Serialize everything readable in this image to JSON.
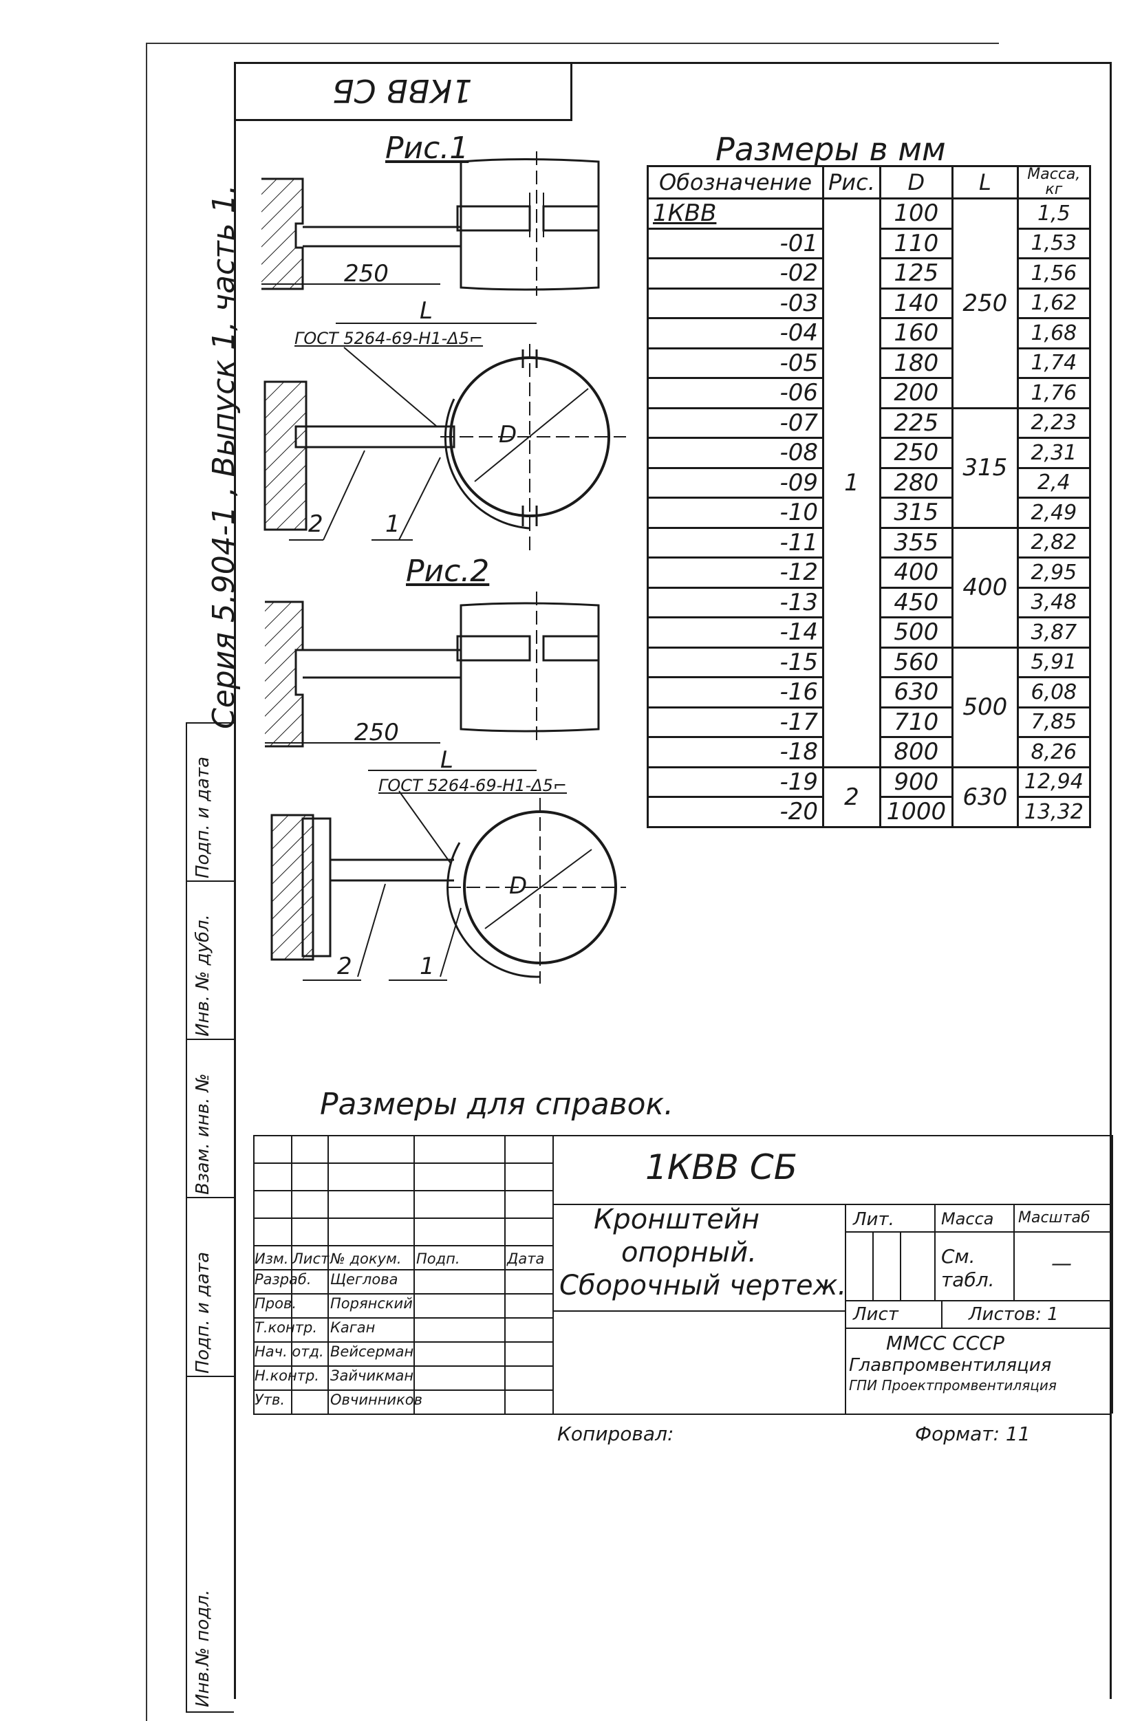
{
  "stamp_top": "1КВВ СБ",
  "series_text": "Серия 5.904-1 , Выпуск 1, часть 1.",
  "figures": {
    "fig1_caption": "Рис.1",
    "fig2_caption": "Рис.2",
    "dim_250": "250",
    "dim_L": "L",
    "dim_D": "D",
    "gost1": "ГОСТ 5264-69-Н1-Δ5⌐",
    "gost2": "ГОСТ 5264-69-Н1-Δ5⌐",
    "pos_1": "1",
    "pos_2": "2"
  },
  "table": {
    "title": "Размеры в мм",
    "headers": {
      "des": "Обозначение",
      "fig": "Рис.",
      "d": "D",
      "l": "L",
      "mass": "Масса, кг"
    },
    "fig_group_1": "1",
    "fig_group_2": "2",
    "l_groups": [
      "250",
      "315",
      "400",
      "500",
      "630"
    ],
    "rows": [
      {
        "des": "1КВВ",
        "d": "100",
        "m": "1,5"
      },
      {
        "des": "-01",
        "d": "110",
        "m": "1,53"
      },
      {
        "des": "-02",
        "d": "125",
        "m": "1,56"
      },
      {
        "des": "-03",
        "d": "140",
        "m": "1,62"
      },
      {
        "des": "-04",
        "d": "160",
        "m": "1,68"
      },
      {
        "des": "-05",
        "d": "180",
        "m": "1,74"
      },
      {
        "des": "-06",
        "d": "200",
        "m": "1,76"
      },
      {
        "des": "-07",
        "d": "225",
        "m": "2,23"
      },
      {
        "des": "-08",
        "d": "250",
        "m": "2,31"
      },
      {
        "des": "-09",
        "d": "280",
        "m": "2,4"
      },
      {
        "des": "-10",
        "d": "315",
        "m": "2,49"
      },
      {
        "des": "-11",
        "d": "355",
        "m": "2,82"
      },
      {
        "des": "-12",
        "d": "400",
        "m": "2,95"
      },
      {
        "des": "-13",
        "d": "450",
        "m": "3,48"
      },
      {
        "des": "-14",
        "d": "500",
        "m": "3,87"
      },
      {
        "des": "-15",
        "d": "560",
        "m": "5,91"
      },
      {
        "des": "-16",
        "d": "630",
        "m": "6,08"
      },
      {
        "des": "-17",
        "d": "710",
        "m": "7,85"
      },
      {
        "des": "-18",
        "d": "800",
        "m": "8,26"
      },
      {
        "des": "-19",
        "d": "900",
        "m": "12,94"
      },
      {
        "des": "-20",
        "d": "1000",
        "m": "13,32"
      }
    ]
  },
  "note": "Размеры для справок.",
  "strip_labels": [
    "Инв.№ подл.",
    "Подп. и дата",
    "Взам. инв. №",
    "Инв. № дубл.",
    "Подп. и дата"
  ],
  "title_block": {
    "designation": "1КВВ СБ",
    "name_line1": "Кронштейн",
    "name_line2": "опорный.",
    "name_line3": "Сборочный чертеж.",
    "col_headers": [
      "Изм.",
      "Лист",
      "№ докум.",
      "Подп.",
      "Дата"
    ],
    "roles": [
      "Разраб.",
      "Пров.",
      "Т.контр.",
      "Нач. отд.",
      "Н.контр.",
      "Утв."
    ],
    "names": [
      "Щеглова",
      "Порянский",
      "Каган",
      "Вейсерман",
      "Зайчикман",
      "Овчинников"
    ],
    "lit": "Лит.",
    "mass": "Масса",
    "scale": "Масштаб",
    "mass_value": "См. табл.",
    "scale_value": "—",
    "sheet": "Лист",
    "sheets": "Листов: 1",
    "org1": "ММСС СССР",
    "org2": "Главпромвентиляция",
    "org3": "ГПИ Проектпромвентиляция"
  },
  "footer": {
    "copied": "Копировал:",
    "format": "Формат: 11"
  }
}
